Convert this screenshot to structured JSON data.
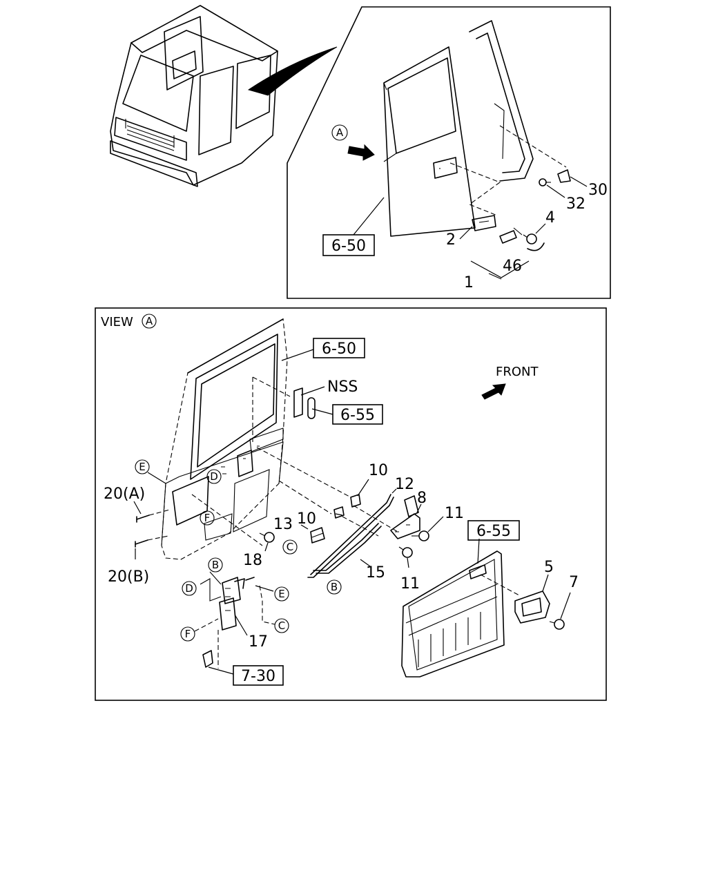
{
  "upper_view": {
    "labels": {
      "ref_6_50": "6-50",
      "p2": "2",
      "p4": "4",
      "p30": "30",
      "p32": "32",
      "p46": "46",
      "p1": "1",
      "view_marker": "A"
    }
  },
  "lower_view": {
    "title_prefix": "VIEW",
    "title_marker": "A",
    "front_label": "FRONT",
    "labels": {
      "ref_6_50": "6-50",
      "nss": "NSS",
      "ref_6_55_top": "6-55",
      "ref_6_55_right": "6-55",
      "ref_7_30": "7-30",
      "p10a": "10",
      "p10b": "10",
      "p12": "12",
      "p8": "8",
      "p11a": "11",
      "p11b": "11",
      "p13": "13",
      "p15": "15",
      "p18": "18",
      "p17": "17",
      "p5": "5",
      "p7": "7",
      "p20a": "20(A)",
      "p20b": "20(B)"
    },
    "markers": {
      "e_top": "E",
      "d_door": "D",
      "f_door": "F",
      "c_rod": "C",
      "b_rod": "B",
      "b_lock": "B",
      "d_lock": "D",
      "e_lock": "E",
      "c_lock": "C",
      "f_lock": "F"
    }
  }
}
